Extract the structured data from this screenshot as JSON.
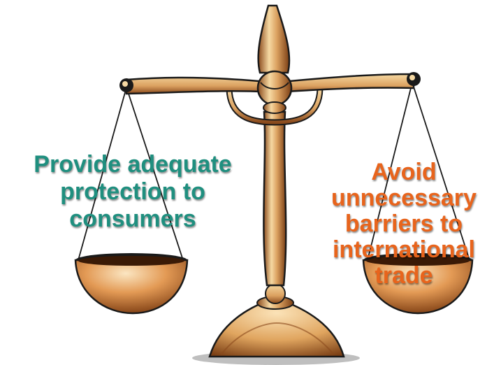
{
  "colors": {
    "left_text": "#1f8f7f",
    "right_text": "#e8641c",
    "metal_light": "#f6d9a3",
    "metal_mid": "#dba160",
    "metal_dark": "#8a4a1c",
    "outline": "#1a1a1a"
  },
  "left_text": [
    "Provide adequate",
    "protection to",
    "consumers"
  ],
  "right_text": [
    "Avoid",
    "unnecessary",
    "barriers to",
    "international",
    "trade"
  ],
  "icon": "balance-scale-icon"
}
